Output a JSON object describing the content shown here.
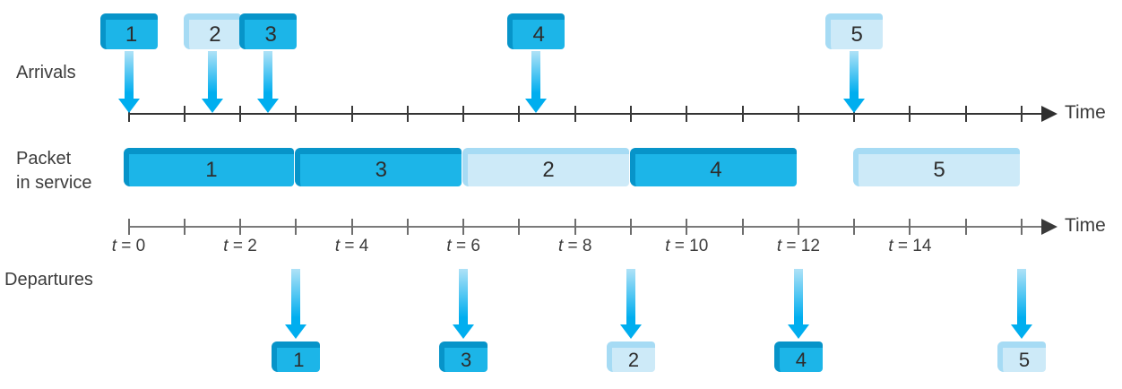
{
  "labels": {
    "arrivals": "Arrivals",
    "packet_in_service": [
      "Packet",
      "in service"
    ],
    "departures": "Departures",
    "time_axis_top": "Time",
    "time_axis_bottom": "Time"
  },
  "timeline": {
    "t_start": 0,
    "t_end": 16,
    "tick_interval": 1,
    "tick_labels": [
      "t = 0",
      "t = 2",
      "t = 4",
      "t = 6",
      "t = 8",
      "t = 10",
      "t = 12",
      "t = 14"
    ],
    "tick_label_times": [
      0,
      2,
      4,
      6,
      8,
      10,
      12,
      14
    ]
  },
  "arrivals": [
    {
      "packet": "1",
      "time": 0,
      "shade": "dark"
    },
    {
      "packet": "2",
      "time": 1.5,
      "shade": "light"
    },
    {
      "packet": "3",
      "time": 2.5,
      "shade": "dark"
    },
    {
      "packet": "4",
      "time": 7.3,
      "shade": "dark"
    },
    {
      "packet": "5",
      "time": 13,
      "shade": "light"
    }
  ],
  "service": [
    {
      "packet": "1",
      "start": 0,
      "end": 3,
      "shade": "dark"
    },
    {
      "packet": "3",
      "start": 3,
      "end": 6,
      "shade": "dark"
    },
    {
      "packet": "2",
      "start": 6,
      "end": 9,
      "shade": "light"
    },
    {
      "packet": "4",
      "start": 9,
      "end": 12,
      "shade": "dark"
    },
    {
      "packet": "5",
      "start": 13,
      "end": 16,
      "shade": "light"
    }
  ],
  "departures": [
    {
      "packet": "1",
      "time": 3,
      "shade": "dark"
    },
    {
      "packet": "3",
      "time": 6,
      "shade": "dark"
    },
    {
      "packet": "2",
      "time": 9,
      "shade": "light"
    },
    {
      "packet": "4",
      "time": 12,
      "shade": "dark"
    },
    {
      "packet": "5",
      "time": 16,
      "shade": "light"
    }
  ],
  "colors": {
    "packet_dark": "#1CB5E8",
    "packet_dark_edge": "#0794C9",
    "packet_light": "#CDEAF8",
    "packet_light_edge": "#A6DBF4",
    "arrow": "#00AEEF",
    "arrow_fade": "#AFE2F7",
    "axis_top_line": "#333333",
    "axis_bottom_line": "#7A7A7A",
    "text": "#3C3C3C"
  }
}
